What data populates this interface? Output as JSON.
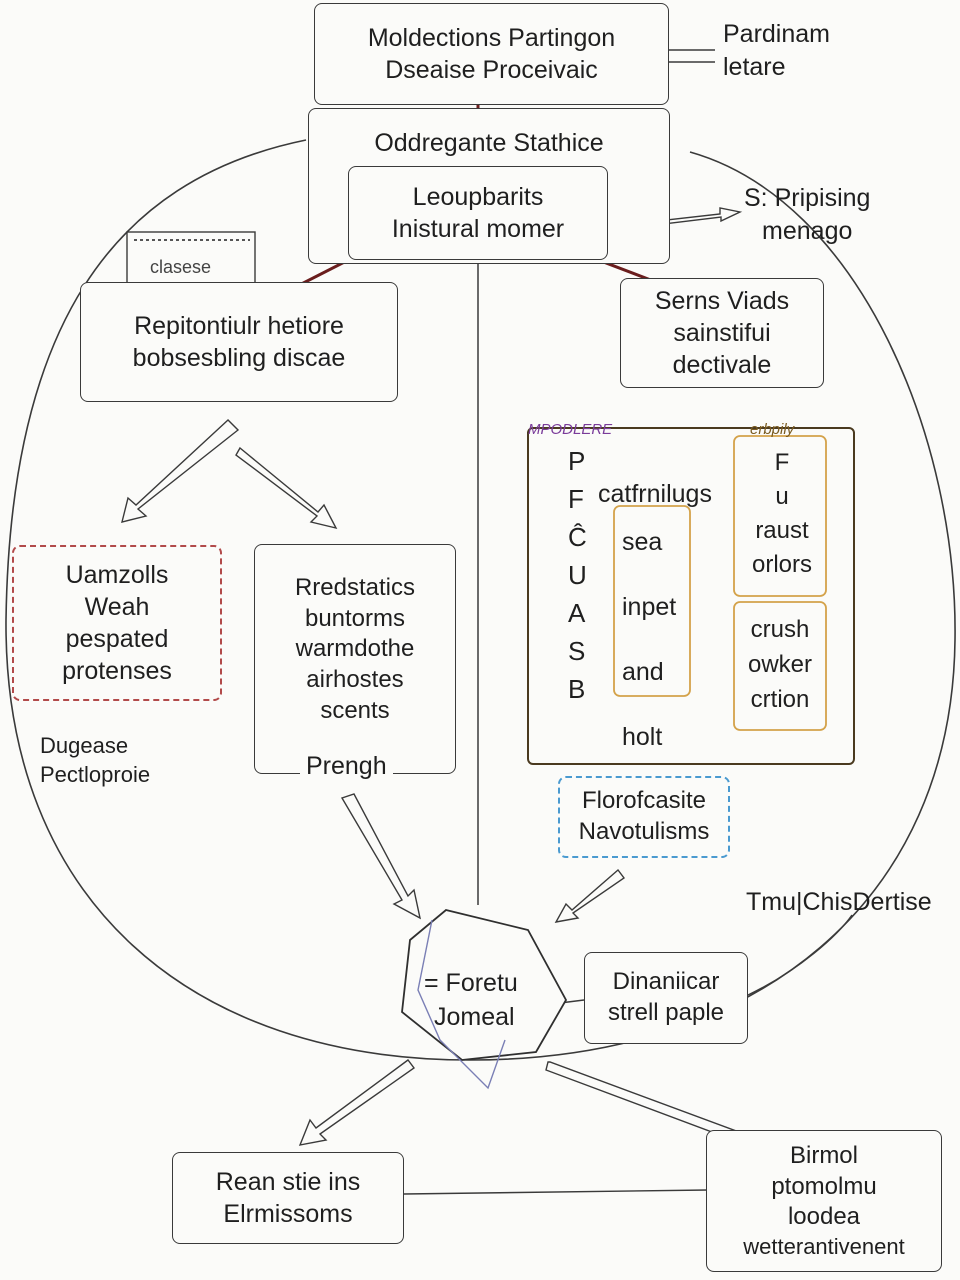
{
  "nodes": {
    "top": {
      "line1": "Moldections Partingon",
      "line2": "Dseaise Proceivaic"
    },
    "side_note": {
      "line1": "Pardinam",
      "line2": "letare"
    },
    "state": {
      "title": "Oddregante Stathice"
    },
    "inner": {
      "line1": "Leoupbarits",
      "line2": "Inistural momer"
    },
    "pripising": {
      "line1": "S: Pripising",
      "line2": "menago"
    },
    "notepad": {
      "label": "clasese"
    },
    "left_box": {
      "line1": "Repitontiulr hetiore",
      "line2": "bobsesbling discae"
    },
    "right_box": {
      "line1": "Serns Viads",
      "line2": "sainstifui",
      "line3": "dectivale"
    },
    "dashed_red": {
      "line1": "Uamzolls",
      "line2": "Weah",
      "line3": "pespated",
      "line4": "protenses"
    },
    "middle_box": {
      "line1": "Rredstatics",
      "line2": "buntorms",
      "line3": "warmdothe",
      "line4": "airhostes",
      "line5": "scents",
      "footer": "Prengh"
    },
    "side_label": {
      "line1": "Dugease",
      "line2": "Pectloproie"
    },
    "table": {
      "header_left": "MPODLERE",
      "header_right": "erbpily",
      "letters": [
        "P",
        "F",
        "Ĉ",
        "U",
        "A",
        "S",
        "B"
      ],
      "col2": [
        "catfrnilugs",
        "sea",
        "inpet",
        "and",
        "holt"
      ],
      "col3": [
        "F",
        "u",
        "raust",
        "orlors",
        "crush",
        "owker",
        "crtion"
      ]
    },
    "blue_dashed": {
      "line1": "Florofcasite",
      "line2": "Navotulisms"
    },
    "tmu": {
      "label": "Tmu|ChisDertise"
    },
    "hexagon": {
      "line1": "= Foretu",
      "line2": "Jomeal"
    },
    "dinanicar": {
      "line1": "Dinaniicar",
      "line2": "strell paple"
    },
    "bottom_left": {
      "line1": "Rean stie ins",
      "line2": "Elrmissoms"
    },
    "bottom_right": {
      "line1": "Birmol",
      "line2": "ptomolmu",
      "line3": "loodea",
      "line4": "wetterantivenent"
    }
  }
}
